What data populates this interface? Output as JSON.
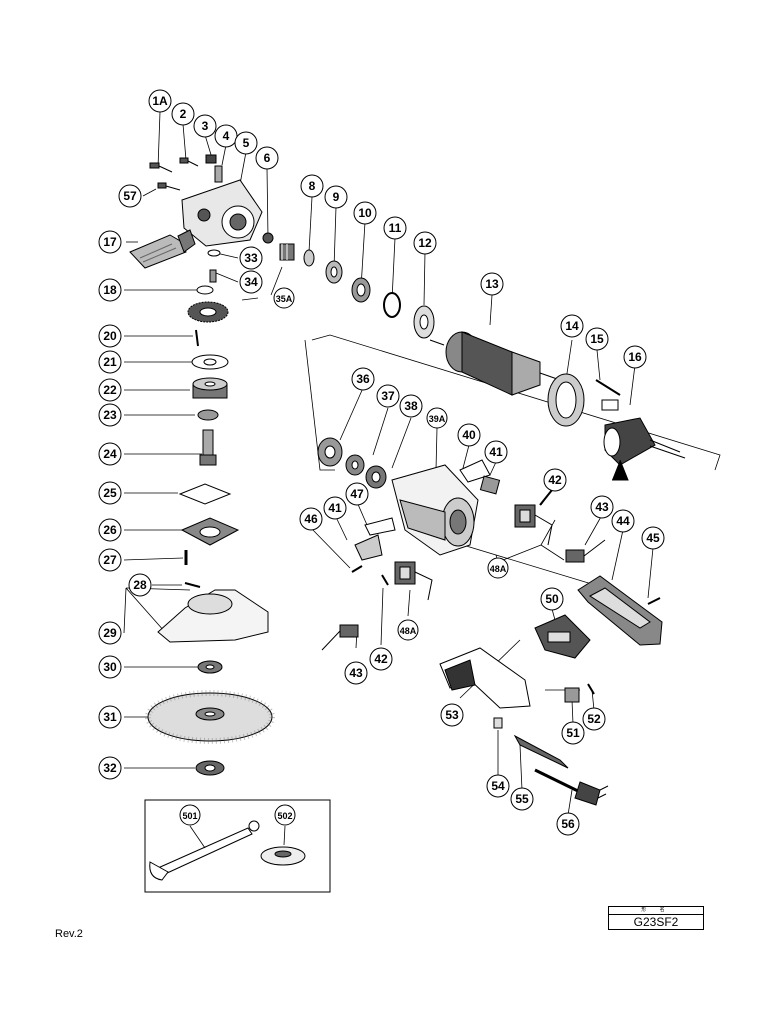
{
  "diagram": {
    "callouts": [
      {
        "id": "1A"
      },
      {
        "id": "2"
      },
      {
        "id": "3"
      },
      {
        "id": "4"
      },
      {
        "id": "5"
      },
      {
        "id": "6"
      },
      {
        "id": "8"
      },
      {
        "id": "9"
      },
      {
        "id": "10"
      },
      {
        "id": "11"
      },
      {
        "id": "12"
      },
      {
        "id": "13"
      },
      {
        "id": "14"
      },
      {
        "id": "15"
      },
      {
        "id": "16"
      },
      {
        "id": "17"
      },
      {
        "id": "18"
      },
      {
        "id": "20"
      },
      {
        "id": "21"
      },
      {
        "id": "22"
      },
      {
        "id": "23"
      },
      {
        "id": "24"
      },
      {
        "id": "25"
      },
      {
        "id": "26"
      },
      {
        "id": "27"
      },
      {
        "id": "28"
      },
      {
        "id": "29"
      },
      {
        "id": "30"
      },
      {
        "id": "31"
      },
      {
        "id": "32"
      },
      {
        "id": "33"
      },
      {
        "id": "34"
      },
      {
        "id": "35A"
      },
      {
        "id": "36"
      },
      {
        "id": "37"
      },
      {
        "id": "38"
      },
      {
        "id": "39A"
      },
      {
        "id": "40"
      },
      {
        "id": "41"
      },
      {
        "id": "41"
      },
      {
        "id": "42"
      },
      {
        "id": "42"
      },
      {
        "id": "43"
      },
      {
        "id": "43"
      },
      {
        "id": "44"
      },
      {
        "id": "45"
      },
      {
        "id": "46"
      },
      {
        "id": "47"
      },
      {
        "id": "48A"
      },
      {
        "id": "48A"
      },
      {
        "id": "50"
      },
      {
        "id": "51"
      },
      {
        "id": "52"
      },
      {
        "id": "53"
      },
      {
        "id": "54"
      },
      {
        "id": "55"
      },
      {
        "id": "56"
      },
      {
        "id": "57"
      },
      {
        "id": "501"
      },
      {
        "id": "502"
      }
    ]
  },
  "footer": {
    "revision": "Rev.2",
    "model_header": "形 名",
    "model": "G23SF2"
  }
}
